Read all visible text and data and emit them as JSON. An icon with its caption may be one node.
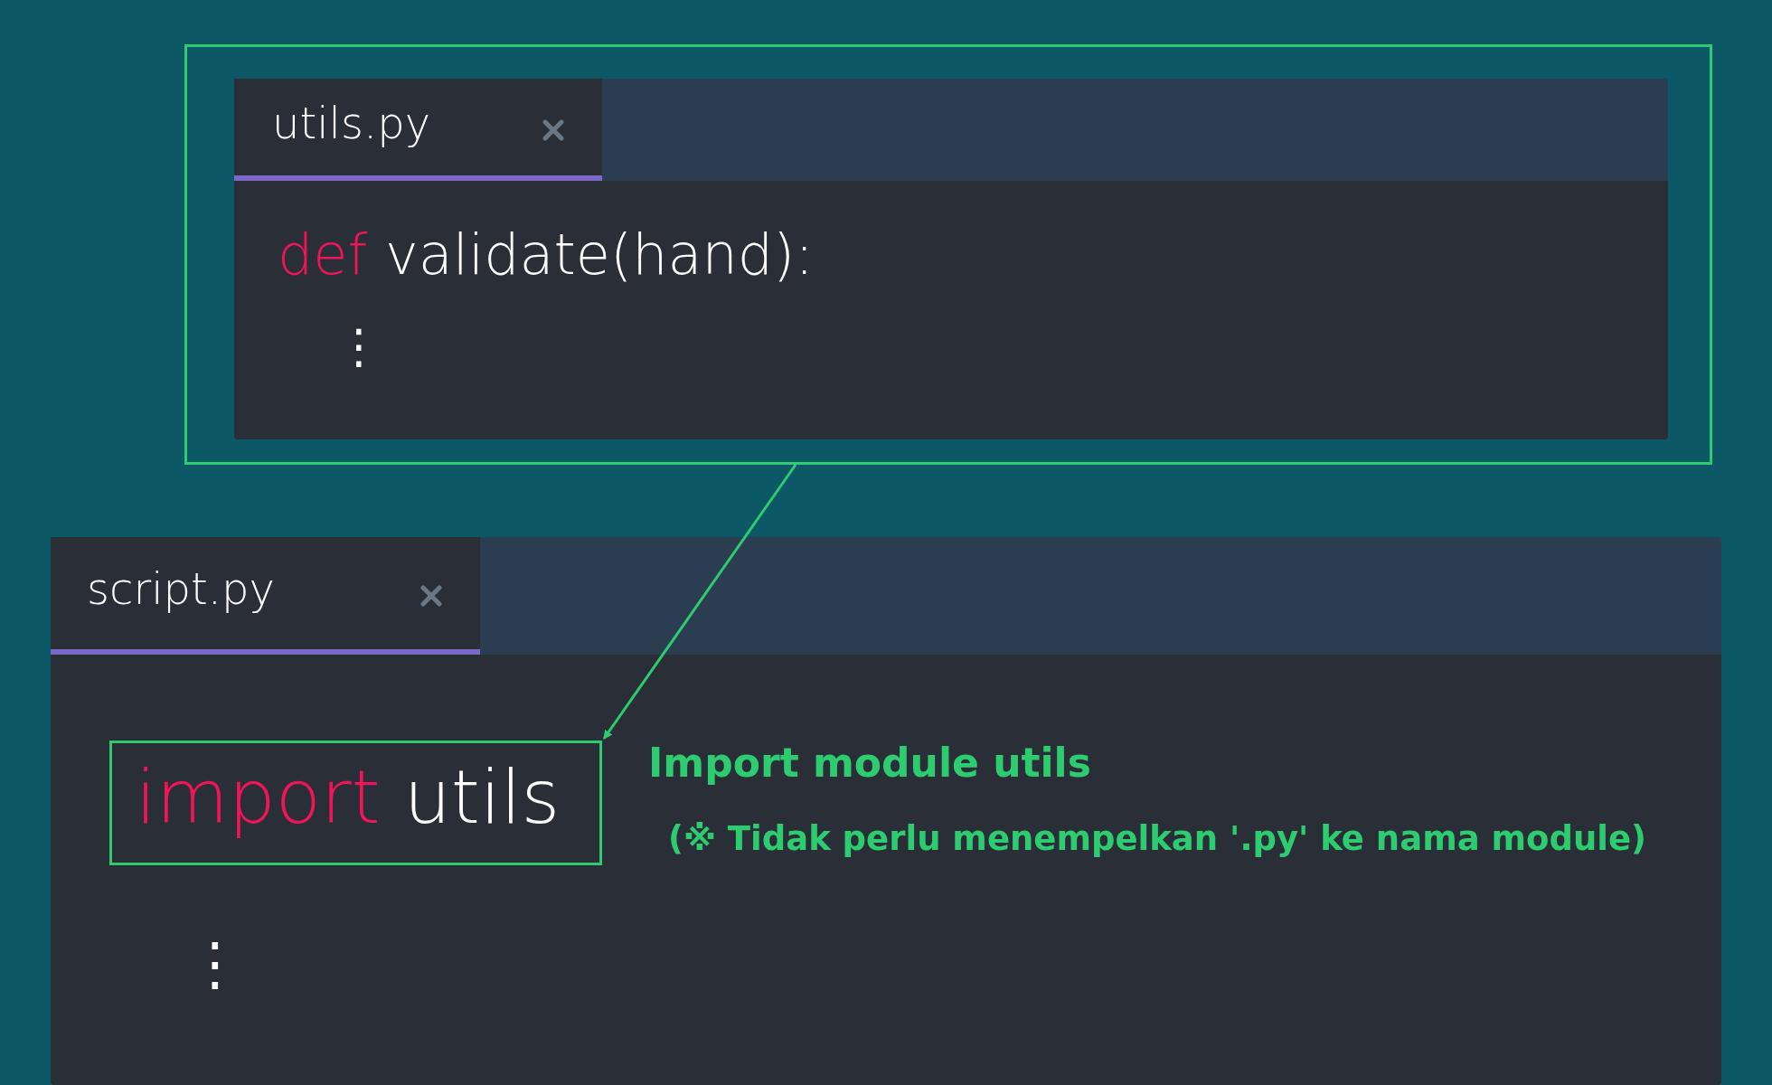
{
  "diagram": {
    "nodes": [
      {
        "text": [],
        "shape": "box"
      },
      {
        "text": [
          "utils.py",
          "def validate(hand):",
          "⋮"
        ],
        "in": 0
      },
      {
        "text": [
          "script.py",
          "⋮"
        ]
      },
      {
        "text": [
          "import utils"
        ],
        "in": 2,
        "beside": [
          "Import module utils",
          "(※ Tidak perlu menempelkan '.py' ke nama module)"
        ]
      }
    ],
    "edges": [
      {
        "from": 0,
        "to": 3,
        "arrow": "to"
      }
    ]
  }
}
